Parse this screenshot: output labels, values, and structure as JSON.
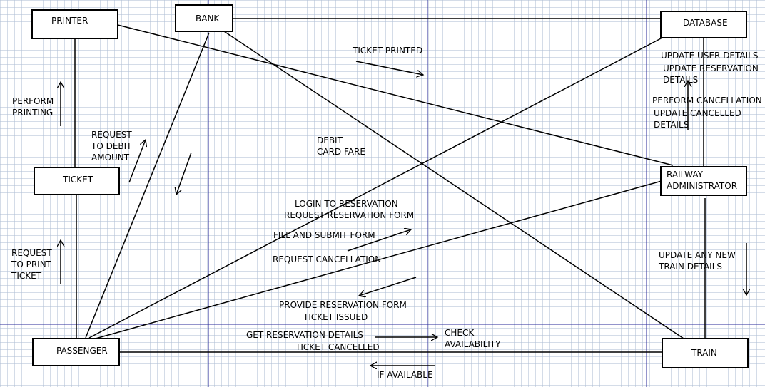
{
  "nodes": {
    "printer": "PRINTER",
    "bank": "BANK",
    "database": "DATABASE",
    "ticket": "TICKET",
    "railway_admin": [
      "RAILWAY",
      "ADMINISTRATOR"
    ],
    "passenger": "PASSENGER",
    "train": "TRAIN"
  },
  "messages": {
    "ticket_printed": "TICKET PRINTED",
    "perform_printing": [
      "PERFORM",
      "PRINTING"
    ],
    "request_debit": [
      "REQUEST",
      "TO DEBIT",
      "AMOUNT"
    ],
    "debit_card": [
      "DEBIT",
      "CARD FARE"
    ],
    "request_print": [
      "REQUEST",
      "TO PRINT",
      "TICKET"
    ],
    "update_user": "UPDATE USER DETAILS",
    "update_reservation": [
      "UPDATE RESERVATION",
      "DETAILS"
    ],
    "perform_cancellation": "PERFORM CANCELLATION",
    "update_cancelled": [
      "UPDATE CANCELLED",
      "DETAILS"
    ],
    "login": "LOGIN TO RESERVATION",
    "request_form": "REQUEST RESERVATION FORM",
    "fill_submit": "FILL AND SUBMIT FORM",
    "request_cancel": "REQUEST CANCELLATION",
    "provide_form": "PROVIDE RESERVATION FORM",
    "ticket_issued": "TICKET ISSUED",
    "update_train": [
      "UPDATE ANY NEW",
      "TRAIN DETAILS"
    ],
    "get_reservation": "GET RESERVATION DETAILS",
    "ticket_cancelled": "TICKET CANCELLED",
    "check_availability": [
      "CHECK",
      "AVAILABILITY"
    ],
    "if_available": "IF AVAILABLE"
  }
}
